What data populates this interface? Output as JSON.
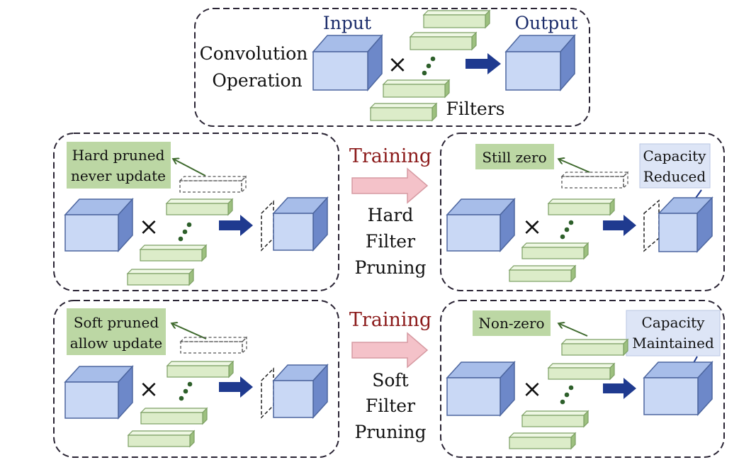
{
  "colors": {
    "border": "#2a2434",
    "cube_front": "#c9d8f5",
    "cube_top": "#a7bde9",
    "cube_side": "#6d88c9",
    "cube_edge": "#4d669f",
    "filter_fill": "#dcecc9",
    "filter_top": "#eef7e3",
    "filter_side": "#9dc07f",
    "filter_edge": "#7c9f63",
    "label_green": "#bcd7a4",
    "label_blue": "#dde5f6",
    "training_red": "#8b1a1a",
    "blue_arrow": "#1f3a8f",
    "pink_arrow": "#f4c2c9",
    "pink_arrow_edge": "#d69aa2",
    "pointer_green": "#3f6a2e",
    "dots": "#2d5f2a"
  },
  "top": {
    "convolution_line1": "Convolution",
    "convolution_line2": "Operation",
    "input": "Input",
    "output": "Output",
    "filters": "Filters",
    "times": "×"
  },
  "hard": {
    "left_label_line1": "Hard pruned",
    "left_label_line2": "never update",
    "training": "Training",
    "method_line1": "Hard",
    "method_line2": "Filter",
    "method_line3": "Pruning",
    "right_label": "Still zero",
    "capacity_line1": "Capacity",
    "capacity_line2": "Reduced",
    "times": "×"
  },
  "soft": {
    "left_label_line1": "Soft pruned",
    "left_label_line2": "allow update",
    "training": "Training",
    "method_line1": "Soft",
    "method_line2": "Filter",
    "method_line3": "Pruning",
    "right_label": "Non-zero",
    "capacity_line1": "Capacity",
    "capacity_line2": "Maintained",
    "times": "×"
  }
}
